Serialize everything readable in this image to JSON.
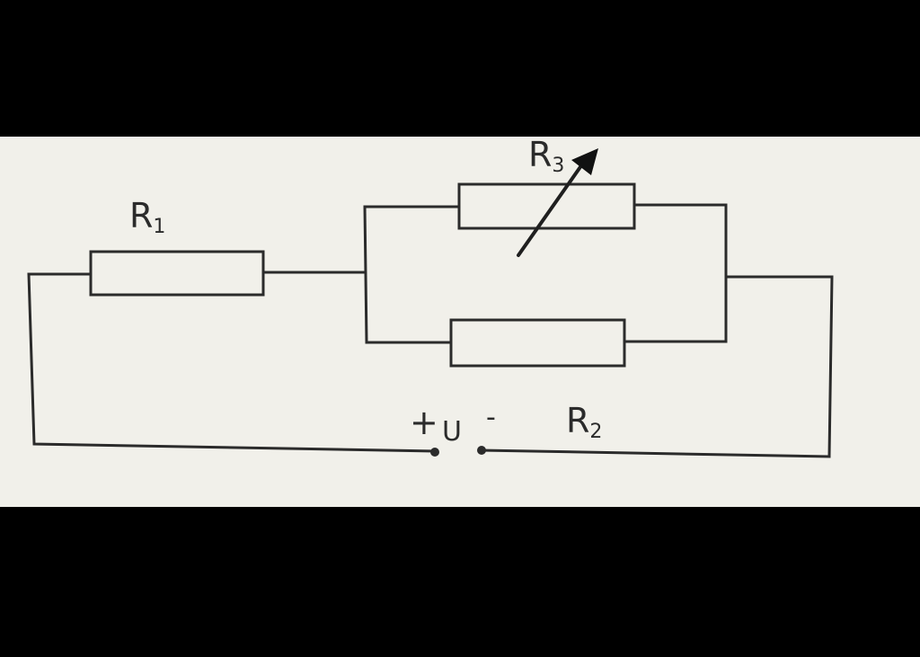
{
  "diagram": {
    "colors": {
      "background": "#f1f0ea",
      "frame": "#000000",
      "ink": "#2b2b2b"
    },
    "labels": {
      "r1": {
        "letter": "R",
        "sub": "1"
      },
      "r2": {
        "letter": "R",
        "sub": "2"
      },
      "r3": {
        "letter": "R",
        "sub": "3"
      },
      "source_plus": "+",
      "source_u": "U",
      "source_minus": "-"
    }
  }
}
